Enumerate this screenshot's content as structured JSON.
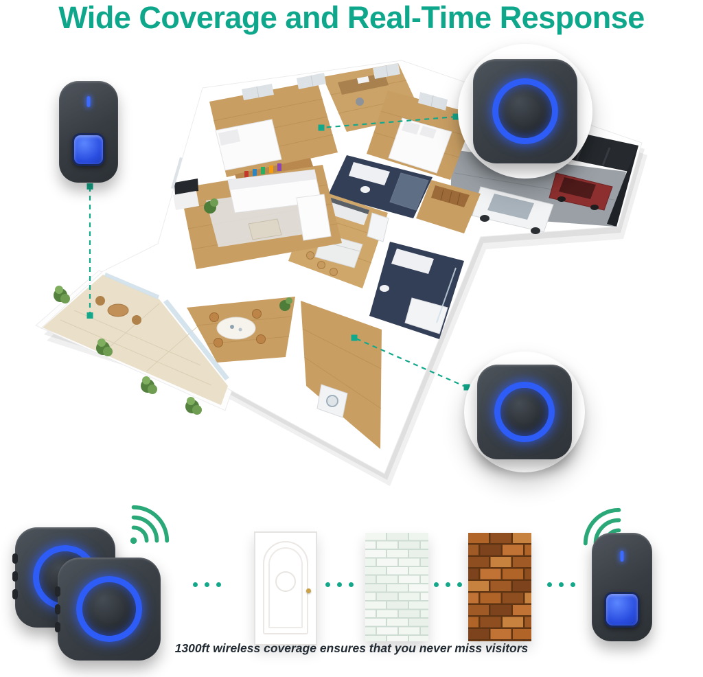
{
  "title": "Wide Coverage and Real-Time Response",
  "caption": "1300ft wireless coverage ensures that you never miss visitors",
  "colors": {
    "title": "#0fa78c",
    "connector": "#12a88b",
    "wifi": "#2aa878",
    "led_ring": "#2e5cf6",
    "button_blue": "#2a4de0",
    "device_body_dark": "#3a4046",
    "wood_floor": "#c89e63",
    "bathroom_tile": "#333e57",
    "patio_tile": "#eadfc9",
    "mint_mortar": "#cddcd2",
    "mint_bricks": [
      "#f2f7f2",
      "#e9f1ea",
      "#eef5ef",
      "#f5f8f5"
    ],
    "brown_mortar": "#5f3413",
    "brown_bricks": [
      "#b06428",
      "#8f4e1f",
      "#c8823f",
      "#a05a26",
      "#7c431c",
      "#c07335"
    ]
  },
  "icons": [
    "doorbell-transmitter",
    "chime-receiver",
    "wifi-waves-icon",
    "dots-separator",
    "door-illustration",
    "mint-brick-wall",
    "brown-brick-wall",
    "floor-plan"
  ]
}
